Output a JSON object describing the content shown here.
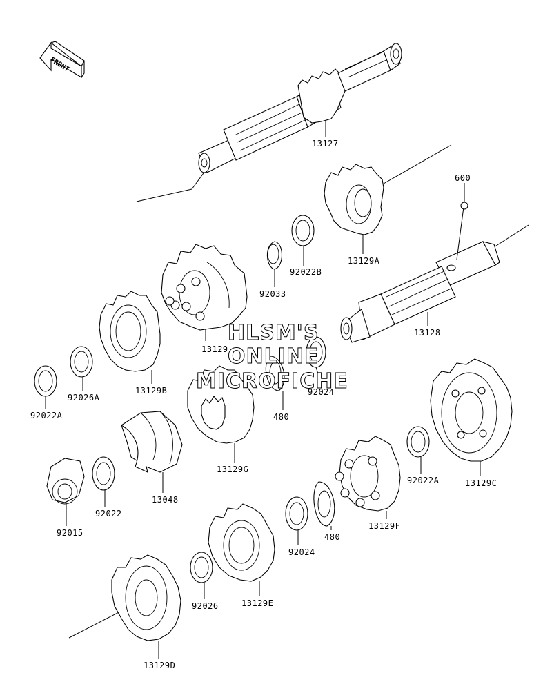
{
  "front_badge": "FRONT",
  "watermark": [
    "HLSM'S",
    "ONLINE",
    "MICROFICHE"
  ],
  "labels": {
    "p13127": "13127",
    "p600": "600",
    "p13129A": "13129A",
    "p92022B": "92022B",
    "p92033": "92033",
    "p13128": "13128",
    "p13129": "13129",
    "p92024a": "92024",
    "p480a": "480",
    "p13129B": "13129B",
    "p92026A": "92026A",
    "p92022A_left": "92022A",
    "p13129G": "13129G",
    "p13048": "13048",
    "p92022": "92022",
    "p92015": "92015",
    "p92022A_right": "92022A",
    "p13129C": "13129C",
    "p13129F": "13129F",
    "p480b": "480",
    "p92024b": "92024",
    "p92026": "92026",
    "p13129E": "13129E",
    "p13129D": "13129D"
  }
}
